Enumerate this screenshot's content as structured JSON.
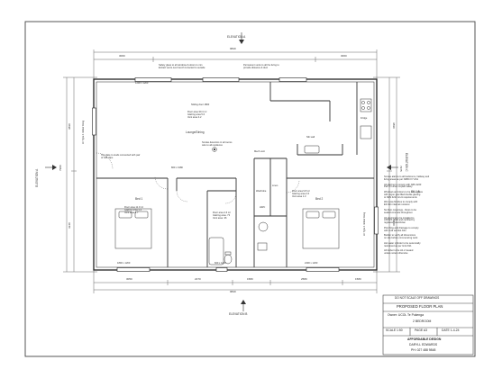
{
  "elevations": {
    "top": "ELEVATION A",
    "bottom": "ELEVATION B",
    "left": "ELEVATION A",
    "right": "ELEVATION C"
  },
  "dims": {
    "overall_top": "9840",
    "overall_bottom": "9840",
    "top_left": "3060",
    "top_right": "3060",
    "left_total": "7980",
    "right_total": "7975",
    "left_upper": "3890",
    "left_lower": "3240",
    "right_upper": "3890",
    "right_lower": "3240",
    "bottom_a": "3050",
    "bottom_b": "2270",
    "bottom_c": "1580",
    "bottom_d": "2580",
    "bottom_e": "1580"
  },
  "notes": {
    "smoke_top": "Safety glass to all windows & doors to min\nExtract vents over bench & ducted to outside",
    "permanent_vent": "Permanent vents to all the living to\nprovide distance & duct",
    "lounge_area": "Floor area 30.4 m²\nGlazing area 5.6\nVent area 4.2",
    "lounge_label": "Lounge/Dining",
    "smoke_centre": "Smoke detectors in all rooms\nwire to all residence",
    "bed1_note": "Top plate to studs connected with pair\nof GIB clips",
    "bed1_area": "Floor area 11.9 m²\nGlazing area 3.4\nVent area 1.7",
    "bed1_label": "Bed 1",
    "bed2_label": "Bed 2",
    "bed2_area": "Floor area 9.8 m²\nGlazing area 2.6\nVent area 1.3",
    "bath_area": "Floor area 4.6 m²\nGlazing area .73\nVent area .36",
    "kitchen_label": "Fridge",
    "wardrobe": "Wardrobe",
    "linen": "Linen",
    "hwc": "HWC",
    "nib": "Nib wall",
    "mvent": "Mech vent",
    "side_window_left": "LF Type 1 timber lining",
    "side_window_right": "LF Type 1 timber lining",
    "doors": "860 x 1980",
    "sliding": "Sliding door 1800",
    "window": "1200 x 1200",
    "window2": "1800 x 1200",
    "window3": "600 x 1200",
    "window4": "2400 x 1200"
  },
  "right_notes": "Smoke alarms to all bedrooms, hallway and\nliving areas as per NZBC F7 AS1\n\nAll glazing to comply with NZS 4223\nPart 3 human impact safety\n\nWindows and doors to be low e-glass\nwith argon gas filled double glazing\nto NZS 4211 & H1 requirements\n\nWet area finishes to comply with\nE3 AS1 internal moisture\n\nNo floor coverings - floors to be\nsealed concrete throughout\n\nAll electrical to be installed to\nAS/NZS 3000 and certified by\nregistered electrician\n\nPlumbing and drainage to comply\nwith G13 and E1 AS1\n\nBuilder to verify all dimensions\non site before commencing work\n\nHot water cylinder to be seismically\nrestrained as per G12 AS1\n\nAll timber to be H1.2 treated\nunless noted otherwise",
  "right_scale": "SK 1:5",
  "title_block": {
    "warning": "DO NOT SCALE OFF DRAWINGS",
    "title": "PROPOSED FLOOR PLAN",
    "owner": "Owner: UCOL Te Pukenga",
    "bedrooms": "2 BEDROOM",
    "scale": "SCALE 1:50",
    "page": "PAGE A3",
    "date": "DATE 1-4-24",
    "company": "AFFORDABLE DESIGN",
    "contact": "DARYLL EDWARDS",
    "phone": "PH: 027 488 9848"
  }
}
